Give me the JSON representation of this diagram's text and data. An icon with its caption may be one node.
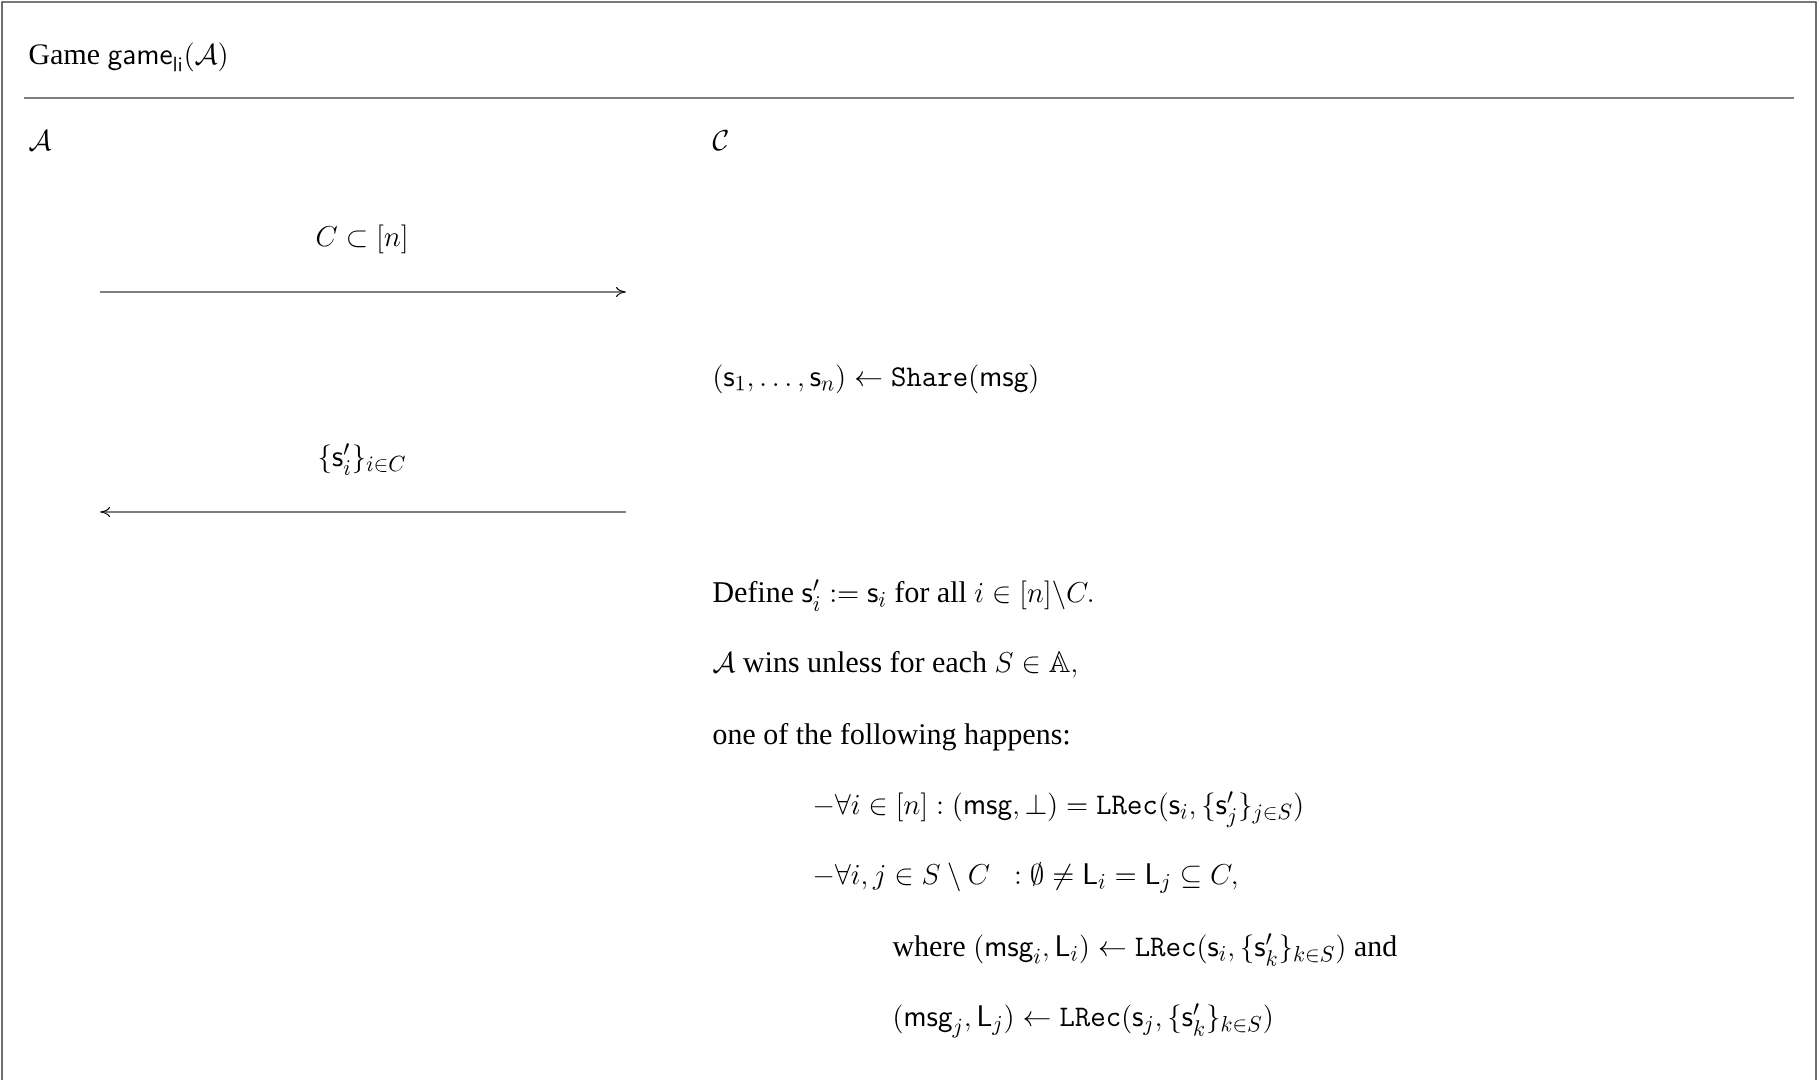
{
  "diagram": {
    "title": "\\text{Game } \\mathsf{game}_{\\mathsf{li}}(\\mathcal{A})",
    "nodes": [
      {
        "text": [
          "\\mathcal{A}"
        ]
      },
      {
        "text": [
          "\\mathcal{C}"
        ]
      }
    ],
    "labels": [
      "C \\subset [n]",
      "(\\mathsf{s}_1, \\ldots, \\mathsf{s}_n) \\leftarrow \\mathtt{Share}(\\mathsf{msg})",
      "\\{\\mathsf{s}'_i\\}_{i \\in C}",
      "\\text{Define } \\mathsf{s}'_i := \\mathsf{s}_i \\text{ for all } i \\in [n] \\backslash C.",
      "\\mathcal{A} \\text{ wins unless for each } S \\in \\mathbb{A},",
      "\\text{one of the following happens:}",
      "- \\forall i \\in [n] : (\\mathsf{msg}, \\bot) = \\mathtt{LRec}(\\mathsf{s}_i, \\{\\mathsf{s}'_j\\}_{j \\in S})",
      "- \\forall i, j \\in S \\setminus C \\;\\; : \\emptyset \\neq \\mathsf{L}_i = \\mathsf{L}_j \\subseteq C,",
      "\\text{where } (\\mathsf{msg}_i, \\mathsf{L}_i) \\leftarrow \\mathtt{LRec}(\\mathsf{s}_i, \\{\\mathsf{s}'_k\\}_{k \\in S}) \\text{ and}",
      "(\\mathsf{msg}_j, \\mathsf{L}_j) \\leftarrow \\mathtt{LRec}(\\mathsf{s}_j, \\{\\mathsf{s}'_k\\}_{k \\in S})"
    ]
  }
}
